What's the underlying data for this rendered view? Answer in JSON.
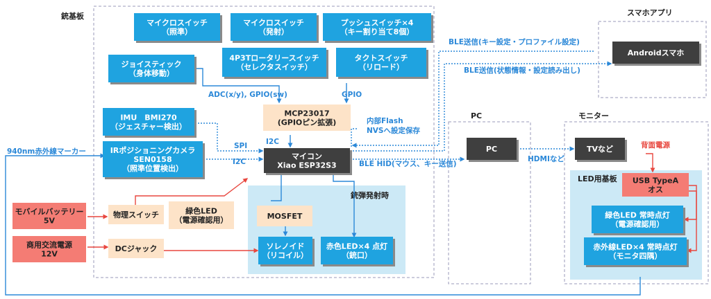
{
  "colors": {
    "blue": "#1fa3e0",
    "dark": "#3f3f3f",
    "red_box": "#f47c74",
    "peach": "#fde3c8",
    "light_blue_panel": "#cce9f6",
    "line_blue": "#2b88d8",
    "line_red": "#e8473f",
    "region_border": "#9a9ab8"
  },
  "regions": [
    {
      "id": "gun",
      "label": "銃基板"
    },
    {
      "id": "app",
      "label": "スマホアプリ"
    },
    {
      "id": "pc",
      "label": "PC"
    },
    {
      "id": "monitor",
      "label": "モニター"
    }
  ],
  "panels": [
    {
      "id": "firing",
      "label": "銃弾発射時"
    },
    {
      "id": "led",
      "label": "LED用基板"
    }
  ],
  "boxes": [
    {
      "id": "micro_aim",
      "lines": [
        "マイクロスイッチ",
        "（照準）"
      ]
    },
    {
      "id": "micro_fire",
      "lines": [
        "マイクロスイッチ",
        "（発射）"
      ]
    },
    {
      "id": "push",
      "lines": [
        "プッシュスイッチ×4",
        "（キー割り当て8個）"
      ]
    },
    {
      "id": "joystick",
      "lines": [
        "ジョイスティック",
        "（身体移動）"
      ]
    },
    {
      "id": "rotary",
      "lines": [
        "4P3Tロータリースイッチ",
        "（セレクタスイッチ）"
      ]
    },
    {
      "id": "tact",
      "lines": [
        "タクトスイッチ",
        "（リロード）"
      ]
    },
    {
      "id": "imu",
      "lines": [
        "IMU　BMI270",
        "（ジェスチャー検出）"
      ]
    },
    {
      "id": "camera",
      "lines": [
        "IRポジショニングカメラ",
        "SEN0158",
        "（照準位置検出）"
      ]
    },
    {
      "id": "mcp",
      "lines": [
        "MCP23017",
        "(GPIOピン拡張)"
      ]
    },
    {
      "id": "mcu",
      "lines": [
        "マイコン",
        "Xiao ESP32S3"
      ]
    },
    {
      "id": "mobile_battery",
      "lines": [
        "モバイルバッテリー",
        "5V"
      ]
    },
    {
      "id": "ac_power",
      "lines": [
        "商用交流電源",
        "12V"
      ]
    },
    {
      "id": "phys_switch",
      "lines": [
        "物理スイッチ"
      ]
    },
    {
      "id": "green_led",
      "lines": [
        "緑色LED",
        "（電源確認用）"
      ]
    },
    {
      "id": "dc_jack",
      "lines": [
        "DCジャック"
      ]
    },
    {
      "id": "mosfet",
      "lines": [
        "MOSFET"
      ]
    },
    {
      "id": "solenoid",
      "lines": [
        "ソレノイド",
        "（リコイル）"
      ]
    },
    {
      "id": "red_led",
      "lines": [
        "赤色LED×4 点灯",
        "（銃口）"
      ]
    },
    {
      "id": "android",
      "lines": [
        "Androidスマホ"
      ]
    },
    {
      "id": "pc_box",
      "lines": [
        "PC"
      ]
    },
    {
      "id": "tv",
      "lines": [
        "TVなど"
      ]
    },
    {
      "id": "usb",
      "lines": [
        "USB TypeA",
        "オス"
      ]
    },
    {
      "id": "green_led_const",
      "lines": [
        "緑色LED 常時点灯",
        "（電源確認用）"
      ]
    },
    {
      "id": "ir_led",
      "lines": [
        "赤外線LED×4 常時点灯",
        "（モニタ四隅）"
      ]
    }
  ],
  "labels": {
    "adc": "ADC(x/y), GPIO(sw)",
    "gpio": "GPIO",
    "spi": "SPI",
    "i2c_cam": "I2C",
    "i2c_mcp": "I2C",
    "flash": [
      "内部Flash",
      "NVSへ設定保存"
    ],
    "ble_send_key": "BLE送信(キー設定・プロファイル設定)",
    "ble_send_status": "BLE送信(状態情報・設定読み出し)",
    "ble_hid": "BLE HID(マウス、キー送信)",
    "hdmi": "HDMIなど",
    "back_power": "背面電源",
    "ir_marker": "940nm赤外線マーカー"
  }
}
